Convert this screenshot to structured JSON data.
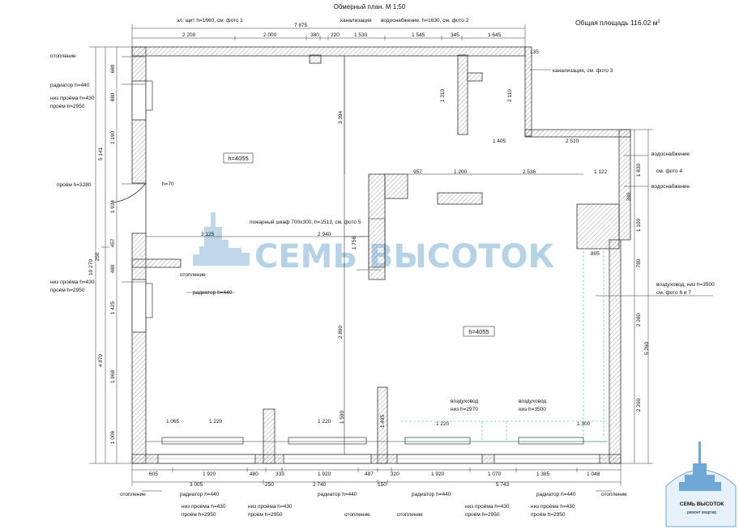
{
  "header": {
    "title": "Обмерный план. М 1:50",
    "area_label": "Общая площадь 116.02 м",
    "area_sup": "2"
  },
  "rooms": {
    "height_1": "h=4055",
    "height_2": "h=4055"
  },
  "watermark": {
    "text": "СЕМЬ ВЫСОТОК"
  },
  "logo": {
    "line1": "СЕМЬ ВЫСОТОК",
    "line2": "ремонт квартир",
    "color": "#6fa8d6"
  },
  "top_annotations": {
    "el_board": "эл. щит h=1660, см. фото 1",
    "sewer": "канализация",
    "water": "водоснабжение, h=1630, см. фото 2",
    "sewer_photo3": "канализация, см. фото 3"
  },
  "top_dims": {
    "overall": "7 875",
    "d1": "2 200",
    "d2": "2 000",
    "d3": "380",
    "d4": "220",
    "d5": "1 530",
    "d6": "1 545",
    "d7": "345",
    "d8": "1 645",
    "d9": "135"
  },
  "left_annotations": {
    "heating_1": "отопление",
    "radiator_1": "радиатор h=440",
    "opening_low_1": "низ проёма h=430",
    "opening_1": "проём h=2950",
    "doorway": "проём h=3280",
    "heating_2": "отопление",
    "opening_low_2": "низ проёма h=430",
    "opening_2": "проём h=2950",
    "radiator_2": "радиатор h=440"
  },
  "left_dims": {
    "overall": "10 270",
    "upper": "5 141",
    "lower": "4 879",
    "l1": "680",
    "l2": "880",
    "l3": "1 190",
    "l4": "1 934",
    "l5": "457",
    "l6": "250",
    "l7": "480",
    "l8": "1 425",
    "l9": "1 968",
    "l10": "1 006"
  },
  "right_annotations": {
    "water_1": "водоснабжение",
    "photo4": "см. фото 4",
    "water_2": "водоснабжение",
    "duct": "воздуховод, низ h=3500",
    "duct_photo": "см. фото 6 и 7"
  },
  "right_dims": {
    "r1": "1 830",
    "r2": "390",
    "r3": "1 100",
    "r4": "780",
    "r5": "2 280",
    "r6": "5 260",
    "r7": "2 200"
  },
  "interior": {
    "fire_cabinet": "пожарный шкаф 700х300, h=1513, см. фото 5",
    "dim_3125": "3 125",
    "dim_2940": "2 940",
    "dim_3394": "3 394",
    "dim_2890": "2 890",
    "dim_1756": "1 756",
    "dim_1495": "1 495",
    "dim_1590": "1 590",
    "dim_957": "957",
    "dim_1200": "1 200",
    "dim_2536": "2 536",
    "dim_1122": "1 122",
    "dim_1405": "1 405",
    "dim_2510": "2 510",
    "dim_1310": "1 310",
    "dim_2110": "2 110",
    "dim_805": "805",
    "h70": "h=70",
    "duct_1": "воздуховод",
    "duct_1b": "низ h=2970",
    "duct_2": "воздуховод",
    "duct_2b": "низ h=3500"
  },
  "bottom_dims": {
    "b1": "605",
    "b2": "1 920",
    "b3": "480",
    "b4": "333",
    "b5": "1 920",
    "b6": "487",
    "b7": "320",
    "b8": "1 920",
    "b9": "1 070",
    "b10": "1 385",
    "b11": "1 048",
    "c1": "3 005",
    "c2": "250",
    "c3": "2 740",
    "c4": "150",
    "c5": "5 743",
    "w1": "1 065",
    "w2": "1 220",
    "w3": "1 220",
    "w4": "1 220",
    "w5": "1 300"
  },
  "bottom_annotations": {
    "heating_1": "отопление",
    "radiator_1": "радиатор h=440",
    "opening_low_1": "низ проёма h=430",
    "opening_1": "проём h=2950",
    "opening_low_2": "низ проёма h=430",
    "opening_2": "проём h=2950",
    "radiator_2": "радиатор h=440",
    "heating_2": "отопление",
    "heating_3": "отопление",
    "radiator_3": "радиатор h=440",
    "opening_low_3": "низ проёма h=430",
    "opening_3": "проём h=2950",
    "opening_low_4": "низ проёма h=430",
    "opening_4": "проём h=2950",
    "radiator_4": "радиатор h=440",
    "heating_4": "отопление"
  }
}
